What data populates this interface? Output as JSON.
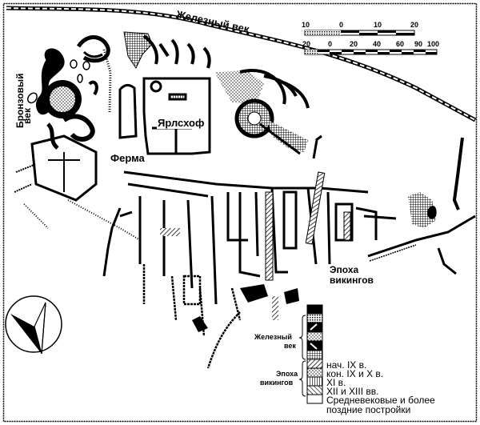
{
  "map": {
    "title": "Site plan of Jarlshof",
    "labels": {
      "iron_age_top": "Железный век",
      "bronze_age_line1": "Бронзовый",
      "bronze_age_line2": "век",
      "jarlshof": "Ярлсхоф",
      "farm": "Ферма",
      "viking_line1": "Эпоха",
      "viking_line2": "викингов"
    },
    "scale_bars": [
      {
        "unit": "m",
        "ticks": [
          "10",
          "0",
          "10",
          "20"
        ]
      },
      {
        "unit": "ft",
        "ticks": [
          "20",
          "0",
          "20",
          "40",
          "60",
          "90",
          "100"
        ]
      }
    ],
    "compass": {
      "icon": "north-arrow-icon"
    },
    "legend": {
      "groups": [
        {
          "label_line1": "Железный",
          "label_line2": "век"
        },
        {
          "label_line1": "Эпоха",
          "label_line2": "викингов"
        }
      ],
      "items": [
        {
          "pattern": "solid-black",
          "label": ""
        },
        {
          "pattern": "fine-dots",
          "label": ""
        },
        {
          "pattern": "black-slash",
          "label": ""
        },
        {
          "pattern": "stipple",
          "label": ""
        },
        {
          "pattern": "black-backslash",
          "label": ""
        },
        {
          "pattern": "grid",
          "label": ""
        },
        {
          "pattern": "diagonal-hatch",
          "label": "нач. IX в."
        },
        {
          "pattern": "light-stipple",
          "label": "кон. IX и X в."
        },
        {
          "pattern": "vertical-lines",
          "label": "XI в."
        },
        {
          "pattern": "dense-hatch",
          "label": "XII и XIII вв."
        },
        {
          "pattern": "white",
          "label": "Средневековые и более"
        }
      ],
      "last_item_line2": "поздние постройки"
    }
  }
}
